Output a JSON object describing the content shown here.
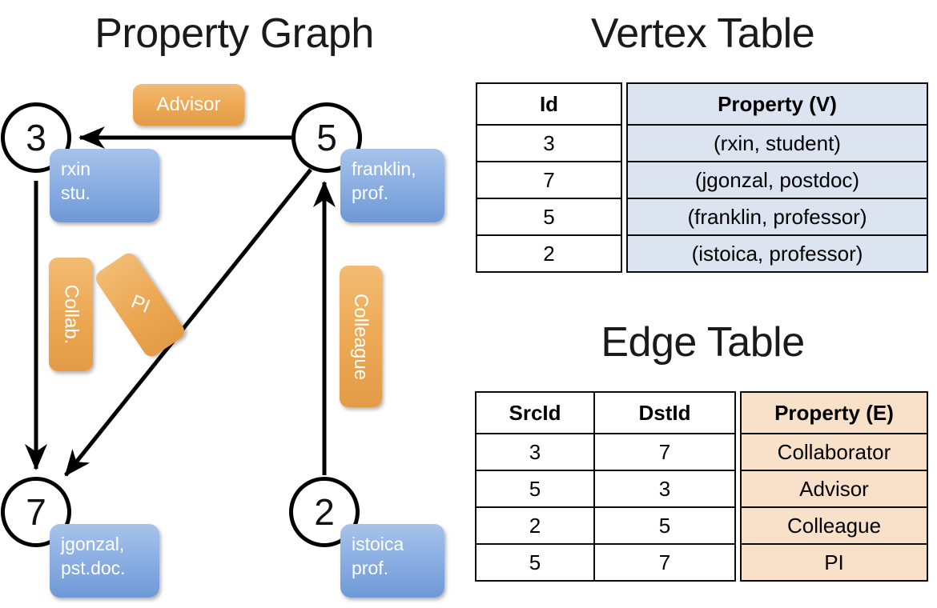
{
  "panels": {
    "graph_title": "Property Graph",
    "vertex_title": "Vertex Table",
    "edge_title": "Edge Table"
  },
  "graph": {
    "nodes": [
      {
        "id": "3",
        "label_line1": "rxin",
        "label_line2": "stu."
      },
      {
        "id": "5",
        "label_line1": "franklin,",
        "label_line2": "prof."
      },
      {
        "id": "7",
        "label_line1": "jgonzal,",
        "label_line2": "pst.doc."
      },
      {
        "id": "2",
        "label_line1": "istoica",
        "label_line2": "prof."
      }
    ],
    "edge_labels": [
      {
        "text": "Advisor",
        "orientation": "horizontal"
      },
      {
        "text": "Collab.",
        "orientation": "vertical"
      },
      {
        "text": "PI",
        "orientation": "diagonal"
      },
      {
        "text": "Colleague",
        "orientation": "vertical"
      }
    ],
    "edges": [
      {
        "src": "5",
        "dst": "3"
      },
      {
        "src": "3",
        "dst": "7"
      },
      {
        "src": "5",
        "dst": "7"
      },
      {
        "src": "2",
        "dst": "5"
      }
    ]
  },
  "vertex_table": {
    "headers": [
      "Id",
      "Property (V)"
    ],
    "rows": [
      {
        "id": "3",
        "property": "(rxin, student)"
      },
      {
        "id": "7",
        "property": "(jgonzal, postdoc)"
      },
      {
        "id": "5",
        "property": "(franklin, professor)"
      },
      {
        "id": "2",
        "property": "(istoica, professor)"
      }
    ]
  },
  "edge_table": {
    "headers": [
      "SrcId",
      "DstId",
      "Property (E)"
    ],
    "rows": [
      {
        "src": "3",
        "dst": "7",
        "property": "Collaborator"
      },
      {
        "src": "5",
        "dst": "3",
        "property": "Advisor"
      },
      {
        "src": "2",
        "dst": "5",
        "property": "Colleague"
      },
      {
        "src": "5",
        "dst": "7",
        "property": "PI"
      }
    ]
  },
  "colors": {
    "vertex_fill": "#dce3f1",
    "edge_fill": "#f8e0c9",
    "node_label_blue": "#8db0e4",
    "edge_label_orange": "#eda955",
    "stroke": "#000000",
    "background": "#ffffff"
  }
}
